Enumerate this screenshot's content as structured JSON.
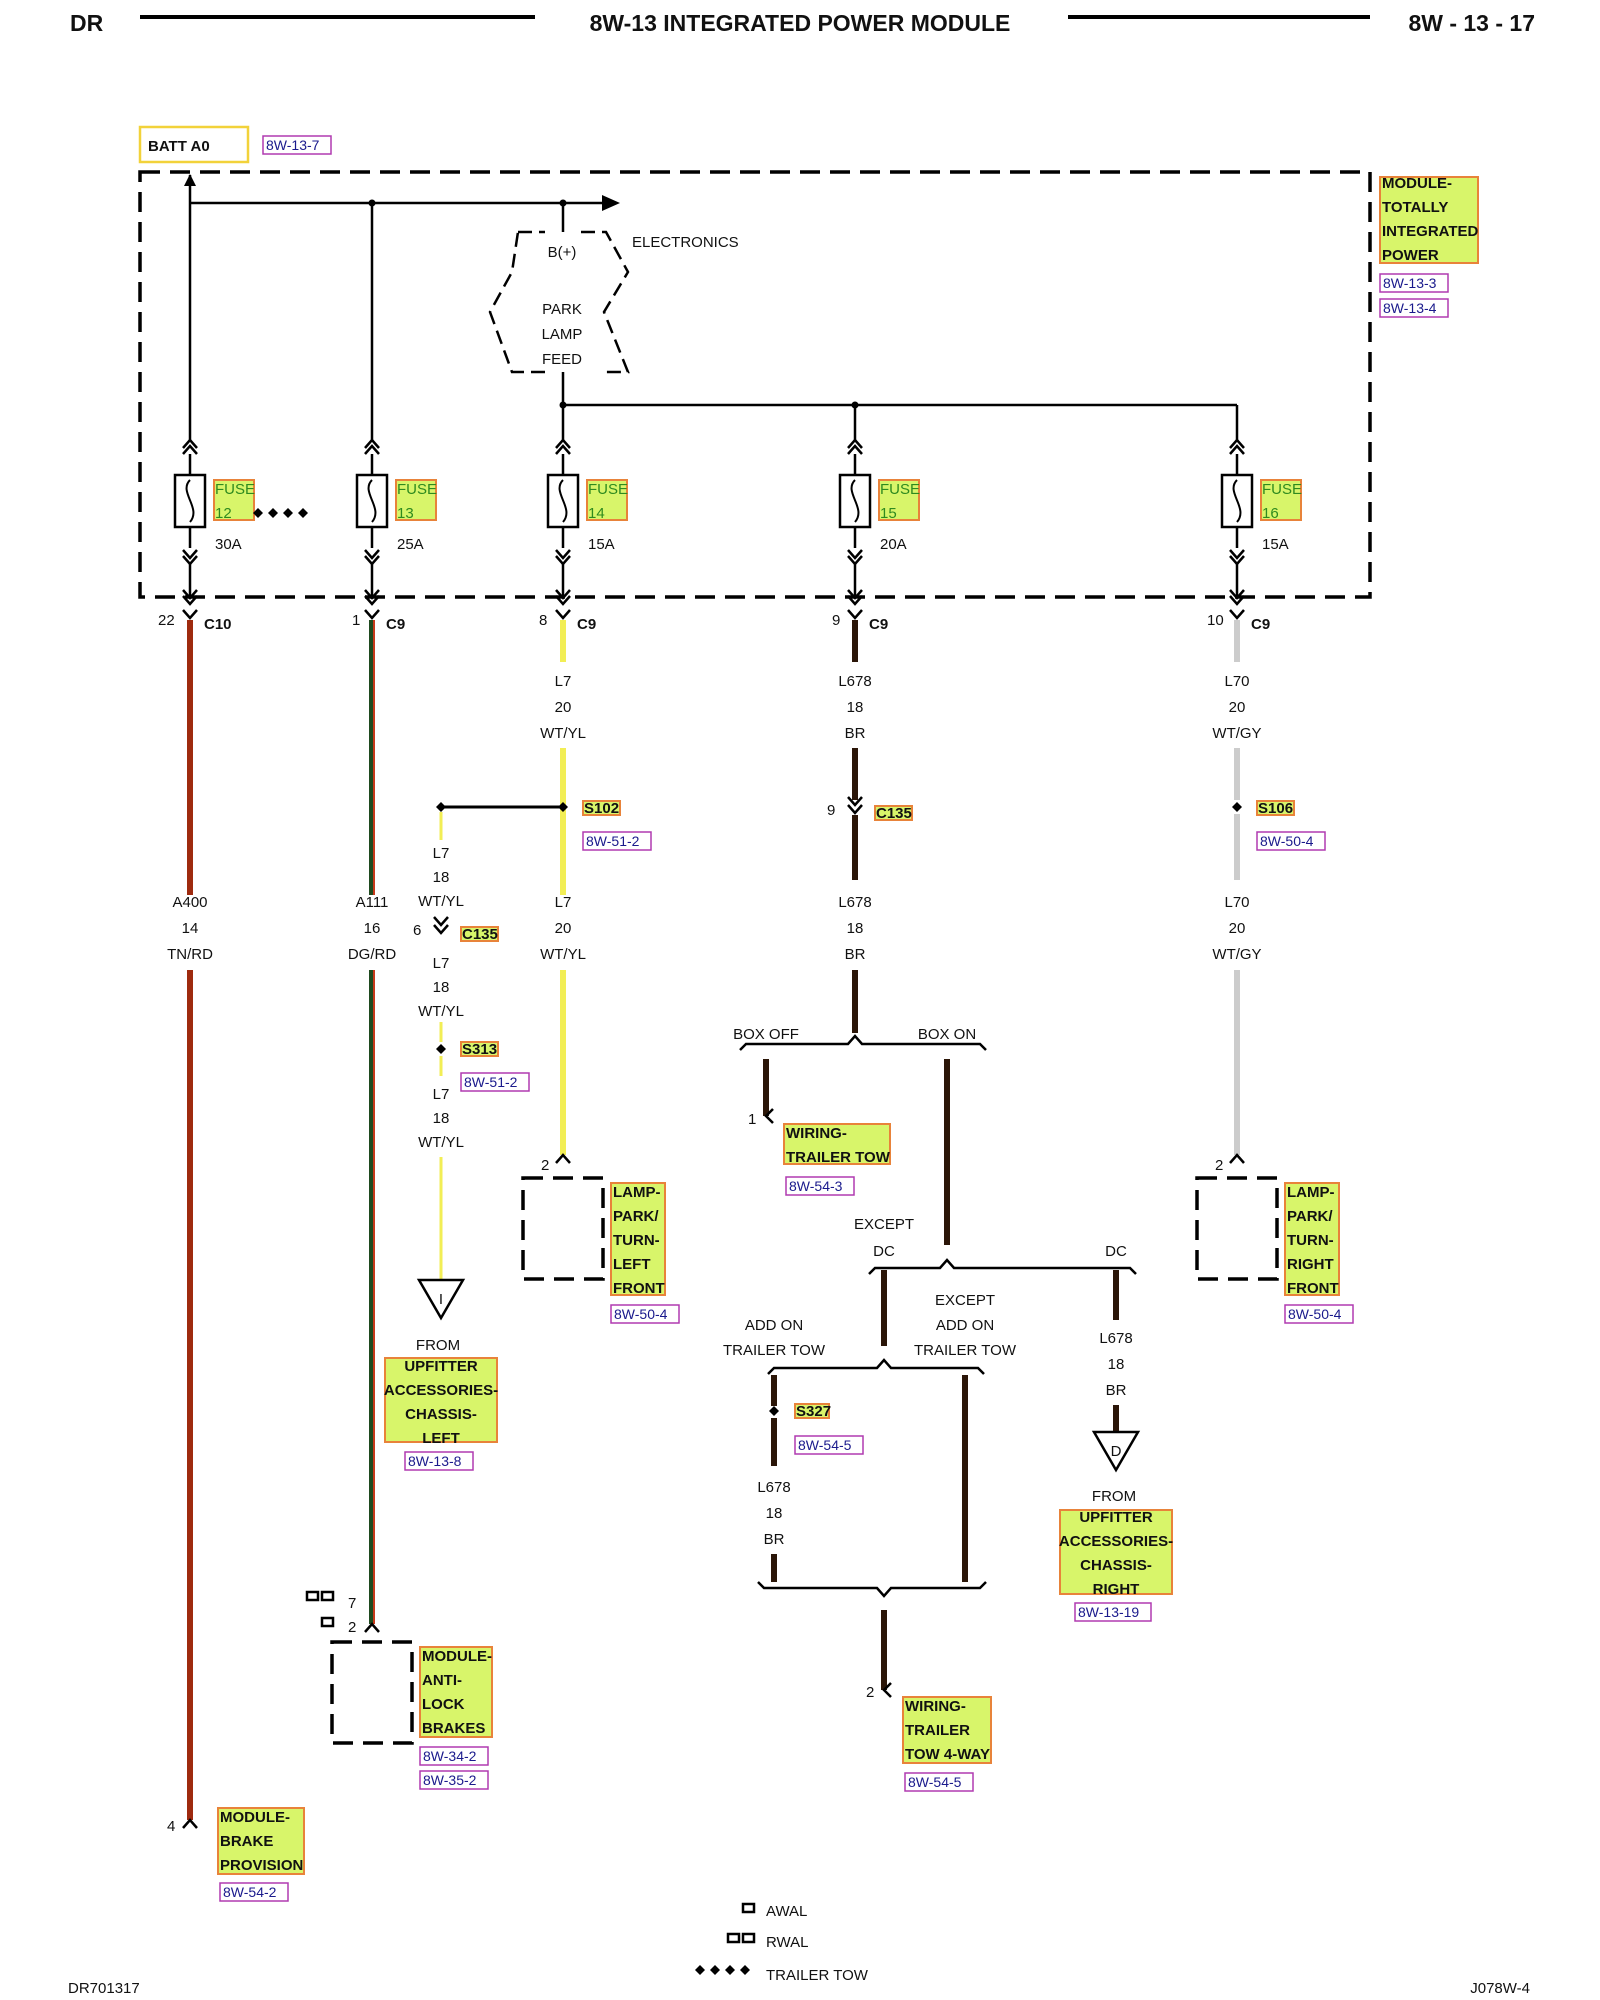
{
  "header": {
    "left": "DR",
    "title": "8W-13 INTEGRATED POWER MODULE",
    "right": "8W - 13 - 17"
  },
  "source": {
    "label": "BATT A0",
    "ref": "8W-13-7"
  },
  "module": {
    "lines": [
      "MODULE-",
      "TOTALLY",
      "INTEGRATED",
      "POWER"
    ],
    "refs": [
      "8W-13-3",
      "8W-13-4"
    ]
  },
  "electronics": {
    "label": "ELECTRONICS",
    "bplus": "B(+)",
    "feed_lines": [
      "PARK",
      "LAMP",
      "FEED"
    ]
  },
  "fuses": [
    {
      "name": "FUSE",
      "num": "12",
      "rating": "30A",
      "pin": "22",
      "connector": "C10"
    },
    {
      "name": "FUSE",
      "num": "13",
      "rating": "25A",
      "pin": "1",
      "connector": "C9"
    },
    {
      "name": "FUSE",
      "num": "14",
      "rating": "15A",
      "pin": "8",
      "connector": "C9"
    },
    {
      "name": "FUSE",
      "num": "15",
      "rating": "20A",
      "pin": "9",
      "connector": "C9"
    },
    {
      "name": "FUSE",
      "num": "16",
      "rating": "15A",
      "pin": "10",
      "connector": "C9"
    }
  ],
  "wires": {
    "a400": {
      "circuit": "A400",
      "gauge": "14",
      "color": "TN/RD"
    },
    "a111": {
      "circuit": "A111",
      "gauge": "16",
      "color": "DG/RD"
    },
    "l7_top": {
      "circuit": "L7",
      "gauge": "20",
      "color": "WT/YL"
    },
    "l7_mid": {
      "circuit": "L7",
      "gauge": "20",
      "color": "WT/YL"
    },
    "l7_branch1": {
      "circuit": "L7",
      "gauge": "18",
      "color": "WT/YL"
    },
    "l7_branch2": {
      "circuit": "L7",
      "gauge": "18",
      "color": "WT/YL"
    },
    "l7_branch3": {
      "circuit": "L7",
      "gauge": "18",
      "color": "WT/YL"
    },
    "l678_top": {
      "circuit": "L678",
      "gauge": "18",
      "color": "BR"
    },
    "l678_mid": {
      "circuit": "L678",
      "gauge": "18",
      "color": "BR"
    },
    "l678_dc": {
      "circuit": "L678",
      "gauge": "18",
      "color": "BR"
    },
    "l678_add": {
      "circuit": "L678",
      "gauge": "18",
      "color": "BR"
    },
    "l70_top": {
      "circuit": "L70",
      "gauge": "20",
      "color": "WT/GY"
    },
    "l70_mid": {
      "circuit": "L70",
      "gauge": "20",
      "color": "WT/GY"
    }
  },
  "splices": {
    "s102": {
      "name": "S102",
      "ref": "8W-51-2"
    },
    "s106": {
      "name": "S106",
      "ref": "8W-50-4"
    },
    "s313": {
      "name": "S313",
      "ref": "8W-51-2"
    },
    "s327": {
      "name": "S327",
      "ref": "8W-54-5"
    }
  },
  "connectors": {
    "c135_l7": {
      "pin": "6",
      "name": "C135"
    },
    "c135_l678": {
      "pin": "9",
      "name": "C135"
    }
  },
  "options": {
    "box_off": "BOX OFF",
    "box_on": "BOX ON",
    "except": "EXCEPT",
    "dc": "DC",
    "dc_right": "DC",
    "add_on": "ADD ON",
    "trailer_tow": "TRAILER TOW",
    "except2": "EXCEPT",
    "add_on2": "ADD ON",
    "trailer_tow2": "TRAILER TOW"
  },
  "components": {
    "brake_provision": {
      "pin": "4",
      "lines": [
        "MODULE-",
        "BRAKE",
        "PROVISION"
      ],
      "ref": "8W-54-2"
    },
    "abs": {
      "pin1": "7",
      "pin2": "2",
      "lines": [
        "MODULE-",
        "ANTI-",
        "LOCK",
        "BRAKES"
      ],
      "refs": [
        "8W-34-2",
        "8W-35-2"
      ]
    },
    "lamp_left": {
      "pin": "2",
      "lines": [
        "LAMP-",
        "PARK/",
        "TURN-",
        "LEFT",
        "FRONT"
      ],
      "ref": "8W-50-4"
    },
    "lamp_right": {
      "pin": "2",
      "lines": [
        "LAMP-",
        "PARK/",
        "TURN-",
        "RIGHT",
        "FRONT"
      ],
      "ref": "8W-50-4"
    },
    "trailer_tow": {
      "pin": "1",
      "lines": [
        "WIRING-",
        "TRAILER TOW"
      ],
      "ref": "8W-54-3"
    },
    "trailer_tow_4way": {
      "pin": "2",
      "lines": [
        "WIRING-",
        "TRAILER",
        "TOW 4-WAY"
      ],
      "ref": "8W-54-5"
    },
    "upfitter_left": {
      "marker": "I",
      "from": "FROM",
      "lines": [
        "UPFITTER",
        "ACCESSORIES-",
        "CHASSIS-",
        "LEFT"
      ],
      "ref": "8W-13-8"
    },
    "upfitter_right": {
      "marker": "D",
      "from": "FROM",
      "lines": [
        "UPFITTER",
        "ACCESSORIES-",
        "CHASSIS-",
        "RIGHT"
      ],
      "ref": "8W-13-19"
    }
  },
  "legend": [
    {
      "icon": "single-box-icon",
      "label": "AWAL"
    },
    {
      "icon": "double-box-icon",
      "label": "RWAL"
    },
    {
      "icon": "diamond-row-icon",
      "label": "TRAILER TOW"
    }
  ],
  "footer": {
    "left": "DR701317",
    "right": "J078W-4"
  },
  "colors": {
    "tn_rd": "#9e2a0f",
    "dg_rd": "#1f4a1f",
    "wt_yl": "#f2ee55",
    "br": "#2b1608",
    "wt_gy": "#cccccc",
    "label_fill": "#d8f56a",
    "label_border": "#e8833a",
    "ref_border": "#b03ab0"
  }
}
